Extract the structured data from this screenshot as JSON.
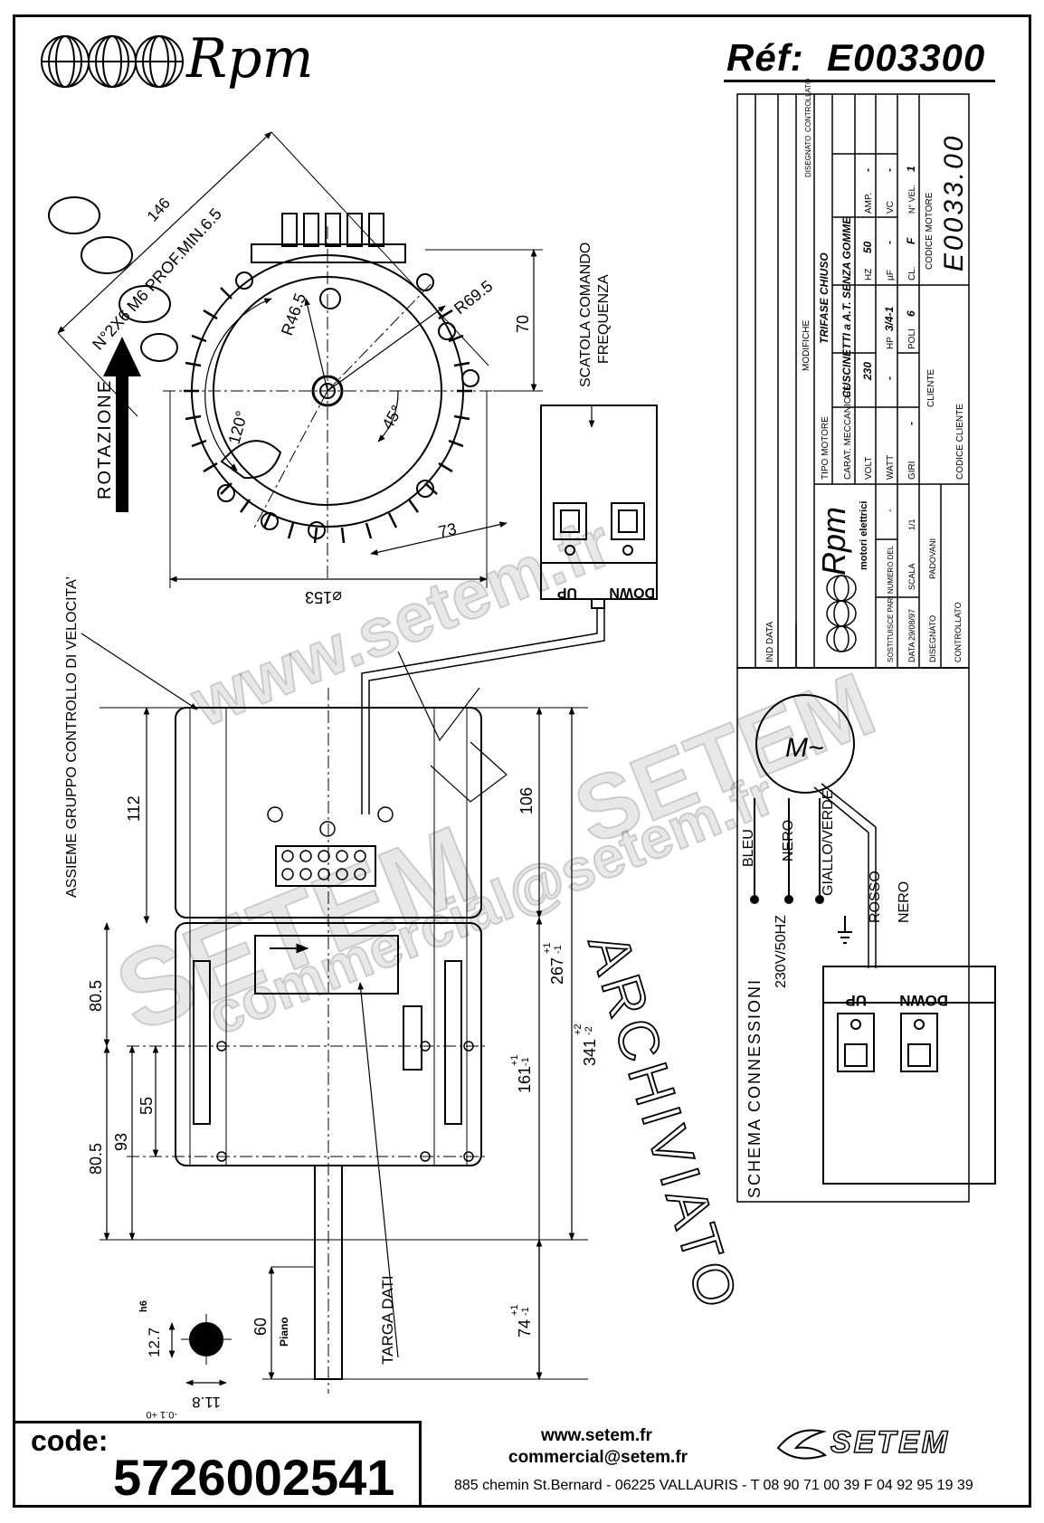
{
  "header": {
    "brand": "Rpm",
    "ref_label": "Réf:",
    "ref_value": "E003300"
  },
  "front_view": {
    "dim_146": "146",
    "screw_note": "N°2X6 M6 PROF.MIN.6.5",
    "r465": "R46.5",
    "r695": "R69.5",
    "dim_70": "70",
    "angle_120": "120°",
    "angle_45": "45°",
    "dim_73": "73",
    "dim_d153": "⌀153",
    "rotation_label": "ROTAZIONE"
  },
  "control_box": {
    "title_line1": "SCATOLA COMANDO",
    "title_line2": "FREQUENZA",
    "up": "UP",
    "down": "DOWN"
  },
  "side_view": {
    "assembly_label": "ASSIEME GRUPPO CONTROLLO DI VELOCITA'",
    "dim_112": "112",
    "dim_106": "106",
    "dim_80_5_top": "80.5",
    "dim_80_5_bottom": "80.5",
    "dim_55": "55",
    "dim_93": "93",
    "dim_267": "267",
    "dim_267_tol_plus": "+1",
    "dim_267_tol_minus": "-1",
    "dim_341": "341",
    "dim_341_tol_plus": "+2",
    "dim_341_tol_minus": "-2",
    "dim_161": "161",
    "dim_161_tol_plus": "+1",
    "dim_161_tol_minus": "-1",
    "dim_74": "74",
    "dim_74_tol_plus": "+1",
    "dim_74_tol_minus": "-1",
    "dim_60": "60",
    "piano": "Piano",
    "targa_dati": "TARGA DATI",
    "shaft_12_7": "12.7",
    "shaft_tol_h6": "h6",
    "shaft_11_8": "11.8",
    "shaft_11_8_tol": "-0.1 +0"
  },
  "title_block": {
    "row_labels": [
      "IND",
      "DATA",
      "MODIFICHE",
      "DISEGNATO",
      "CONTROLLATO"
    ],
    "tipo_motore_label": "TIPO MOTORE",
    "tipo_motore_value": "TRIFASE CHIUSO",
    "carat_label": "CARAT. MECCANICHE",
    "carat_value": "CUSCINETTI a A.T. SENZA GOMME",
    "volt_label": "VOLT",
    "volt_value": "230",
    "hz_label": "HZ",
    "hz_value": "50",
    "amp_label": "AMP.",
    "amp_value": "-",
    "watt_label": "WATT",
    "watt_value": "-",
    "hp_label": "HP",
    "hp_value": "3/4-1",
    "uf_label": "µF",
    "uf_value": "-",
    "vc_label": "VC",
    "vc_value": "-",
    "giri_label": "GIRI",
    "giri_value": "-",
    "poli_label": "POLI",
    "poli_value": "6",
    "cl_label": "CL.",
    "cl_value": "F",
    "nvel_label": "N° VEL.",
    "nvel_value": "1",
    "codice_motore_label": "CODICE MOTORE",
    "codice_motore_value": "E0033.00",
    "cliente_label": "CLIENTE",
    "codice_cliente_label": "CODICE CLIENTE",
    "brand": "Rpm",
    "brand_sub": "motori elettrici",
    "sostituisce_label": "SOSTITUISCE PARI NUMERO DEL",
    "sostituisce_value": "-",
    "data_label": "DATA",
    "data_value": "29/08/97",
    "scala_label": "SCALA",
    "scala_value": "1/1",
    "disegnato_label": "DISEGNATO",
    "disegnato_value": "PADOVANI",
    "controllato_label": "CONTROLLATO"
  },
  "wiring": {
    "title": "SCHEMA CONNESSIONI",
    "motor_symbol": "M~",
    "wire_bleu": "BLEU",
    "wire_nero1": "NERO",
    "wire_giallo": "GIALLO/VERDE",
    "wire_rosso": "ROSSO",
    "wire_nero2": "NERO",
    "supply": "230V/50HZ",
    "up": "UP",
    "down": "DOWN"
  },
  "stamp": "ARCHIVIATO",
  "watermarks": [
    "www.setem.fr",
    "SETEM",
    "SETEM",
    "commercial@setem.fr"
  ],
  "footer": {
    "code_label": "code:",
    "code_value": "5726002541",
    "website": "www.setem.fr",
    "email": "commercial@setem.fr",
    "address": "885 chemin St.Bernard  -  06225 VALLAURIS  -  T 08 90 71 00 39   F 04 92 95 19 39",
    "brand": "SETEM"
  }
}
